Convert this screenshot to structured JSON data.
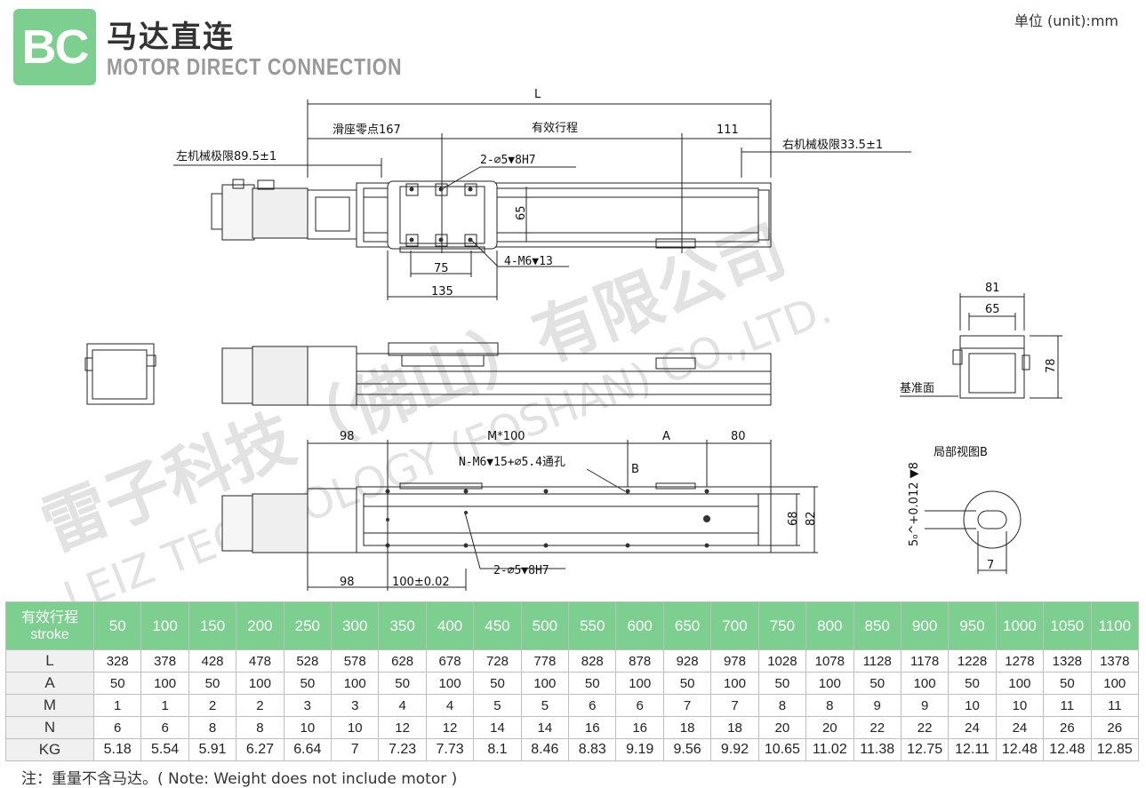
{
  "header": {
    "badge": "BC",
    "title_cn": "马达直连",
    "title_en": "MOTOR DIRECT CONNECTION",
    "unit": "单位 (unit):mm"
  },
  "watermark": {
    "cn": "雷子科技（佛山）有限公司",
    "en": "LEIZ TECHNOLOGY (FOSHAN) CO.,LTD."
  },
  "drawing_labels": {
    "L": "L",
    "slide_zero": "滑座零点167",
    "effective_stroke": "有效行程",
    "dim_111": "111",
    "left_limit": "左机械极限89.5±1",
    "right_limit": "右机械极限33.5±1",
    "pin_holes_top": "2-⌀5▼8H7",
    "dim_65_v": "65",
    "tap_holes": "4-M6▼13",
    "dim_75": "75",
    "dim_135": "135",
    "dim_81": "81",
    "dim_65_end": "65",
    "dim_78": "78",
    "base_face": "基准面",
    "dim_98_top": "98",
    "m100": "M*100",
    "dim_A": "A",
    "dim_80": "80",
    "mount_holes": "N-M6▼15+⌀5.4通孔",
    "detail_mark": "B",
    "dim_68": "68",
    "dim_82": "82",
    "dim_98_bottom": "98",
    "dim_100_tol": "100±0.02",
    "pin_holes_bottom": "2-⌀5▼8H7",
    "detail_view": "局部视图B",
    "slot_tol": "5₀^+0.012 ▼8",
    "dim_7": "7"
  },
  "table": {
    "header_label_cn": "有效行程",
    "header_label_en": "stroke",
    "strokes": [
      "50",
      "100",
      "150",
      "200",
      "250",
      "300",
      "350",
      "400",
      "450",
      "500",
      "550",
      "600",
      "650",
      "700",
      "750",
      "800",
      "850",
      "900",
      "950",
      "1000",
      "1050",
      "1100"
    ],
    "rows": [
      {
        "label": "L",
        "values": [
          "328",
          "378",
          "428",
          "478",
          "528",
          "578",
          "628",
          "678",
          "728",
          "778",
          "828",
          "878",
          "928",
          "978",
          "1028",
          "1078",
          "1128",
          "1178",
          "1228",
          "1278",
          "1328",
          "1378"
        ]
      },
      {
        "label": "A",
        "values": [
          "50",
          "100",
          "50",
          "100",
          "50",
          "100",
          "50",
          "100",
          "50",
          "100",
          "50",
          "100",
          "50",
          "100",
          "50",
          "100",
          "50",
          "100",
          "50",
          "100",
          "50",
          "100"
        ]
      },
      {
        "label": "M",
        "values": [
          "1",
          "1",
          "2",
          "2",
          "3",
          "3",
          "4",
          "4",
          "5",
          "5",
          "6",
          "6",
          "7",
          "7",
          "8",
          "8",
          "9",
          "9",
          "10",
          "10",
          "11",
          "11"
        ]
      },
      {
        "label": "N",
        "values": [
          "6",
          "6",
          "8",
          "8",
          "10",
          "10",
          "12",
          "12",
          "14",
          "14",
          "16",
          "16",
          "18",
          "18",
          "20",
          "20",
          "22",
          "22",
          "24",
          "24",
          "26",
          "26"
        ]
      },
      {
        "label": "KG",
        "values": [
          "5.18",
          "5.54",
          "5.91",
          "6.27",
          "6.64",
          "7",
          "7.23",
          "7.73",
          "8.1",
          "8.46",
          "8.83",
          "9.19",
          "9.56",
          "9.92",
          "10.65",
          "11.02",
          "11.38",
          "12.75",
          "12.11",
          "12.48",
          "12.48",
          "12.85"
        ]
      }
    ]
  },
  "note": "注：重量不含马达。( Note: Weight does not include motor )",
  "colors": {
    "accent": "#7ccf8f",
    "header_text": "#ffffff",
    "row_label_bg": "#f0f0f0"
  }
}
